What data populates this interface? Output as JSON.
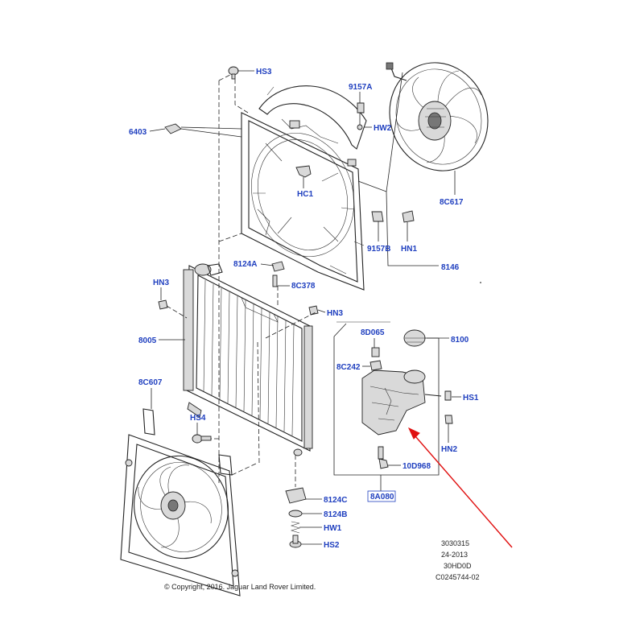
{
  "labels": {
    "hs3": "HS3",
    "p9157a": "9157A",
    "p6403": "6403",
    "hw2": "HW2",
    "hc1": "HC1",
    "p8c617": "8C617",
    "p9157b": "9157B",
    "hn1": "HN1",
    "p8146": "8146",
    "p8124a": "8124A",
    "hn3_left": "HN3",
    "p8c378": "8C378",
    "hn3_mid": "HN3",
    "p8005": "8005",
    "p8d065": "8D065",
    "p8100": "8100",
    "p8c242": "8C242",
    "hs1": "HS1",
    "p8c607": "8C607",
    "hs4": "HS4",
    "hn2": "HN2",
    "p10d968": "10D968",
    "p8a080": "8A080",
    "p8124c": "8124C",
    "p8124b": "8124B",
    "hw1": "HW1",
    "hs2": "HS2"
  },
  "ref_block": {
    "line1": "3030315",
    "line2": "24-2013",
    "line3": "30HD0D",
    "line4": "C0245744-02"
  },
  "copyright": "© Copyright, 2016. Jaguar Land Rover Limited.",
  "colors": {
    "label_blue": "#1f3fbf",
    "arrow_red": "#e01010"
  }
}
